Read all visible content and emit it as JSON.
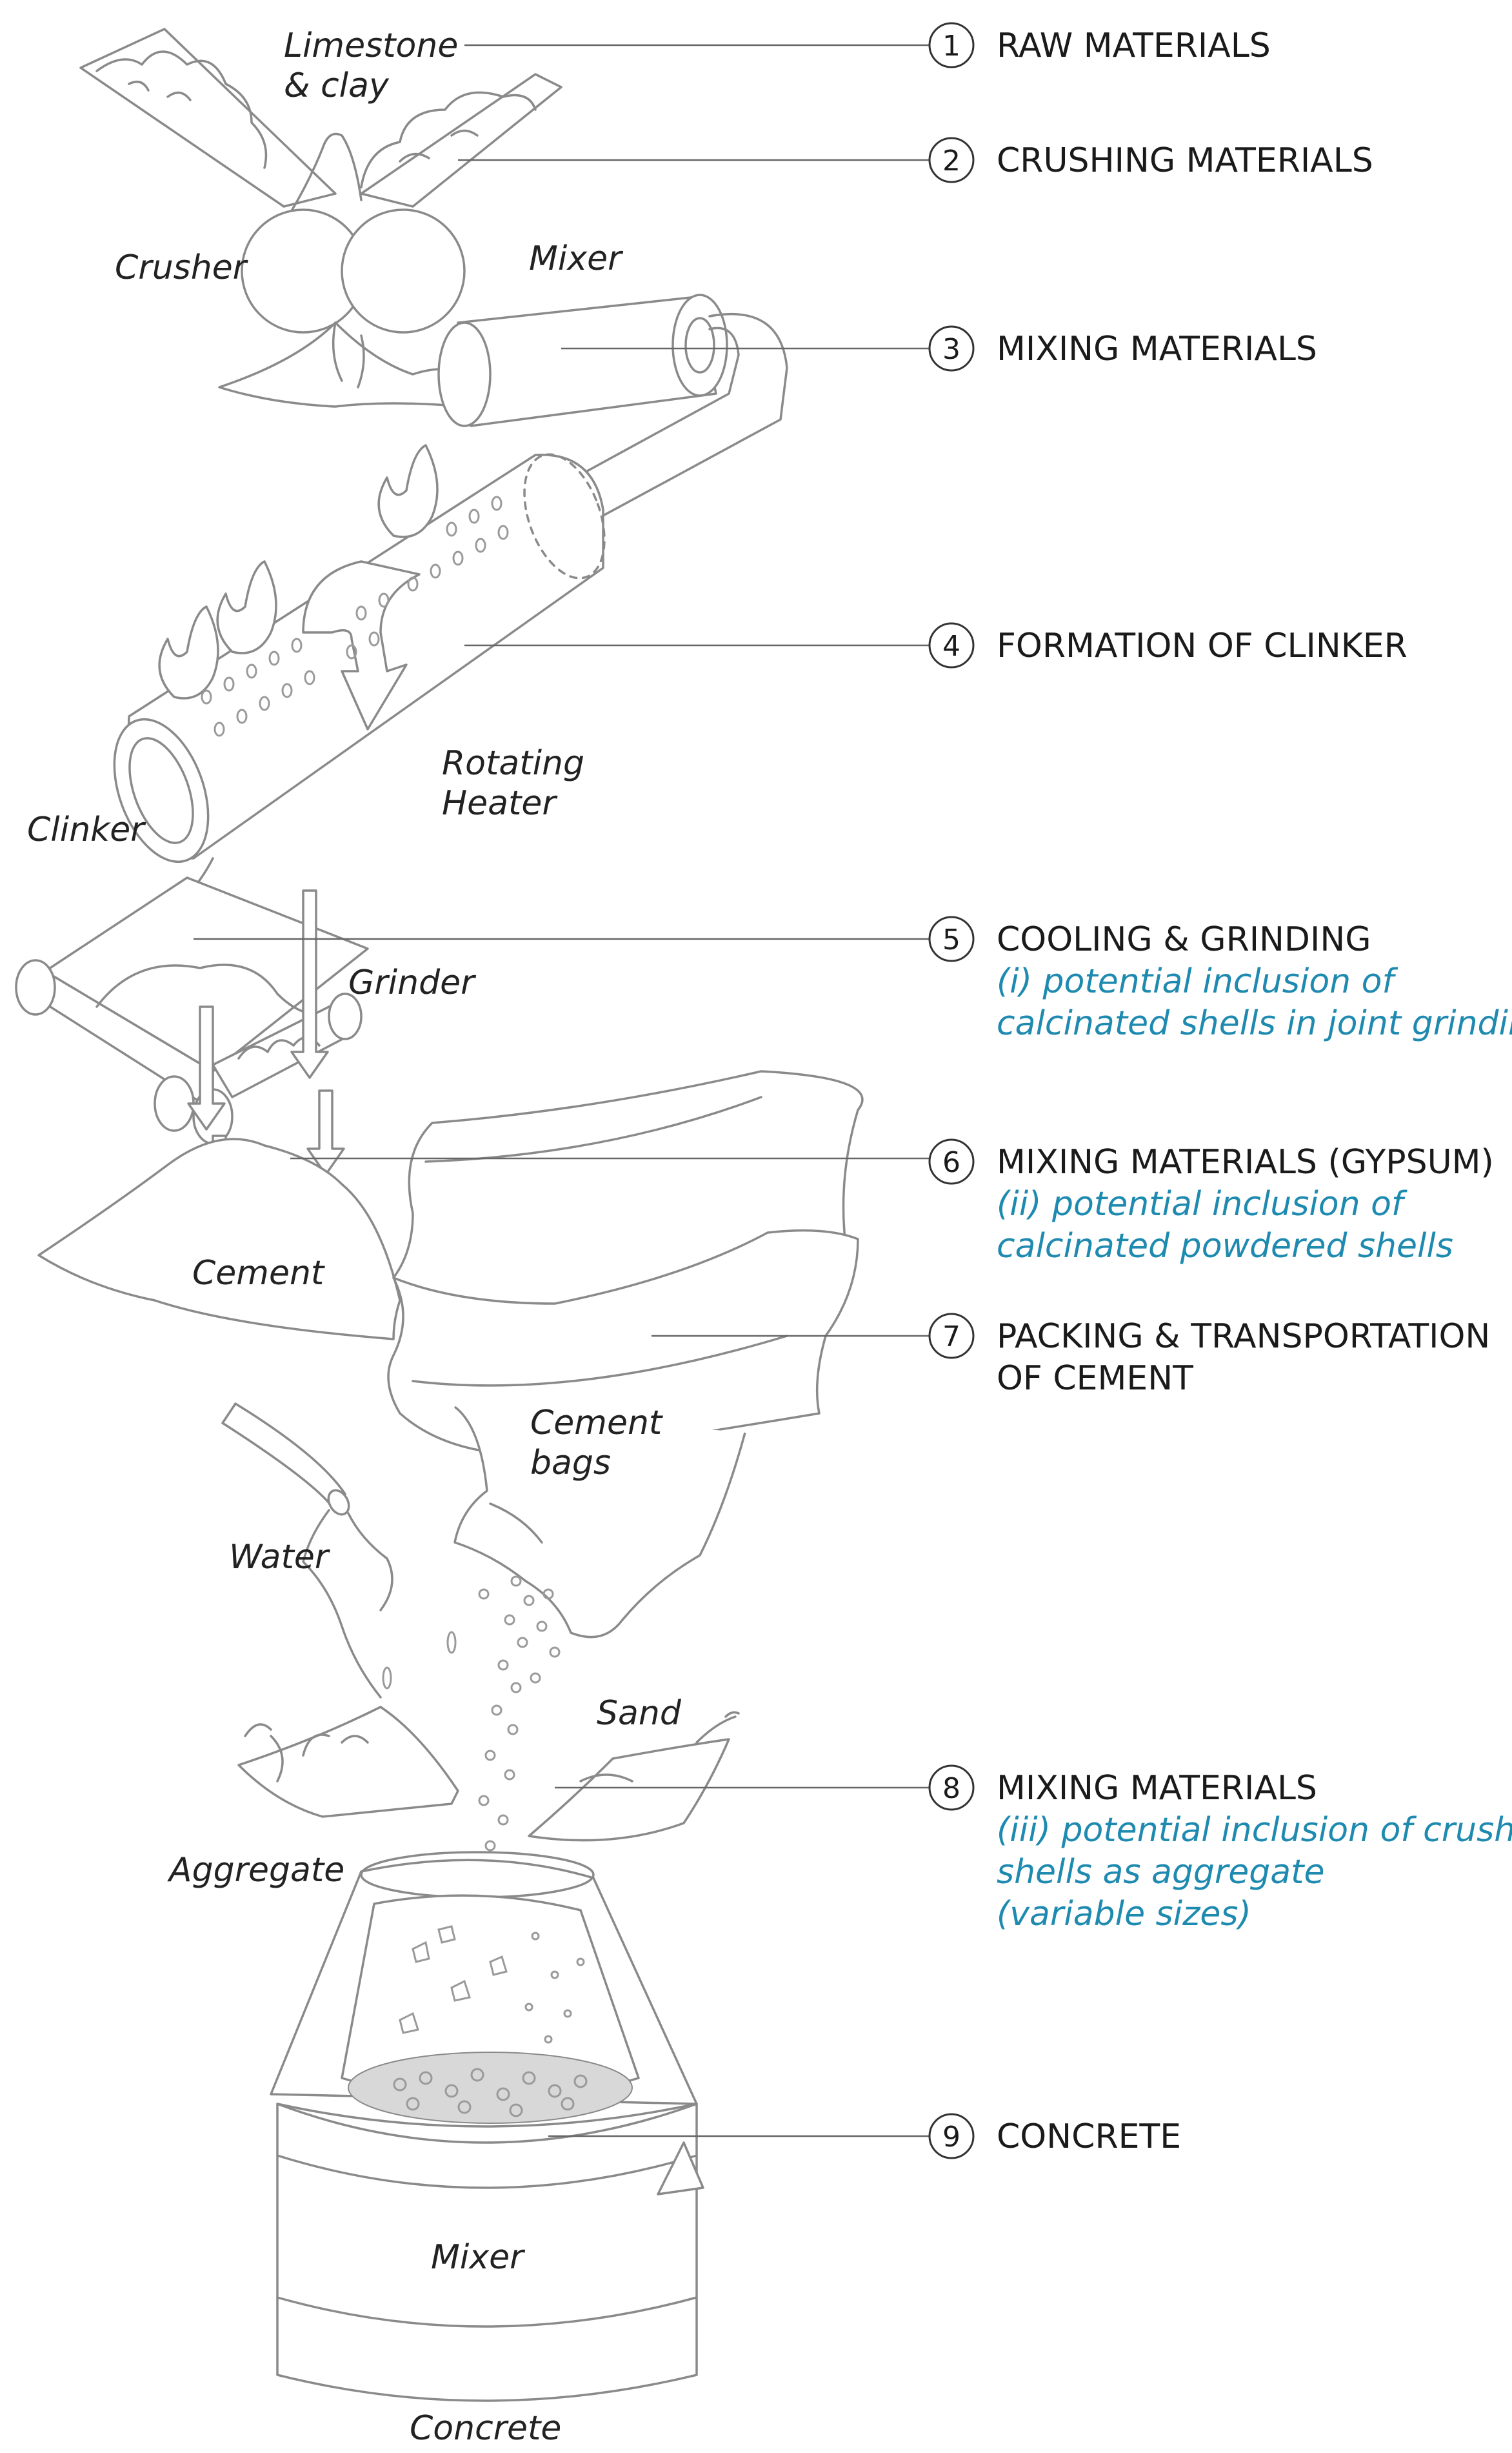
{
  "labels": {
    "limestone_1": "Limestone",
    "limestone_2": "& clay",
    "crusher": "Crusher",
    "mixer_top": "Mixer",
    "rotating_1": "Rotating",
    "rotating_2": "Heater",
    "clinker": "Clinker",
    "grinder": "Grinder",
    "cement": "Cement",
    "cement_bags_1": "Cement",
    "cement_bags_2": "bags",
    "water": "Water",
    "sand": "Sand",
    "aggregate": "Aggregate",
    "mixer_bottom": "Mixer",
    "concrete": "Concrete"
  },
  "steps": [
    {
      "num": "1",
      "name": "RAW MATERIALS",
      "name2": "",
      "note1": "",
      "note2": "",
      "note3": ""
    },
    {
      "num": "2",
      "name": "CRUSHING MATERIALS",
      "name2": "",
      "note1": "",
      "note2": "",
      "note3": ""
    },
    {
      "num": "3",
      "name": "MIXING MATERIALS",
      "name2": "",
      "note1": "",
      "note2": "",
      "note3": ""
    },
    {
      "num": "4",
      "name": "FORMATION OF CLINKER",
      "name2": "",
      "note1": "",
      "note2": "",
      "note3": ""
    },
    {
      "num": "5",
      "name": "COOLING & GRINDING",
      "name2": "",
      "note1": "(i) potential inclusion of",
      "note2": "calcinated shells in joint grinding",
      "note3": ""
    },
    {
      "num": "6",
      "name": "MIXING MATERIALS (GYPSUM)",
      "name2": "",
      "note1": "(ii) potential inclusion of",
      "note2": "calcinated powdered shells",
      "note3": ""
    },
    {
      "num": "7",
      "name": "PACKING & TRANSPORTATION",
      "name2": "OF CEMENT",
      "note1": "",
      "note2": "",
      "note3": ""
    },
    {
      "num": "8",
      "name": "MIXING MATERIALS",
      "name2": "",
      "note1": "(iii) potential inclusion of crushed",
      "note2": "shells as aggregate",
      "note3": "(variable sizes)"
    },
    {
      "num": "9",
      "name": "CONCRETE",
      "name2": "",
      "note1": "",
      "note2": "",
      "note3": ""
    }
  ],
  "colors": {
    "note_blue": "#1f8ab0",
    "line_gray": "#8a8a8a",
    "text_dark": "#1a1a1a"
  }
}
